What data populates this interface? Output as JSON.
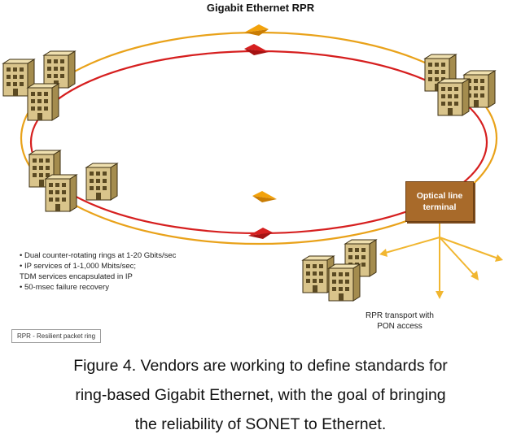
{
  "title": "Gigabit Ethernet RPR",
  "olt_label": [
    "Optical line",
    "terminal"
  ],
  "bullets": [
    "• Dual counter-rotating rings at 1-20 Gbits/sec",
    "• IP services of 1-1,000 Mbits/sec;",
    "TDM services encapsulated in IP",
    "• 50-msec failure recovery"
  ],
  "rpr_label": [
    "RPR transport with",
    "PON access"
  ],
  "legend": "RPR - Resilient packet ring",
  "caption": [
    "Figure 4. Vendors are working to define standards for",
    "ring-based Gigabit Ethernet, with the goal of bringing",
    "the reliability of SONET to Ethernet."
  ],
  "colors": {
    "outer_ring": "#e9a21a",
    "inner_ring": "#d61f1f",
    "olt_box": "#a86a2a",
    "building": "#d9c48b",
    "pon_lines": "#f1b630"
  }
}
